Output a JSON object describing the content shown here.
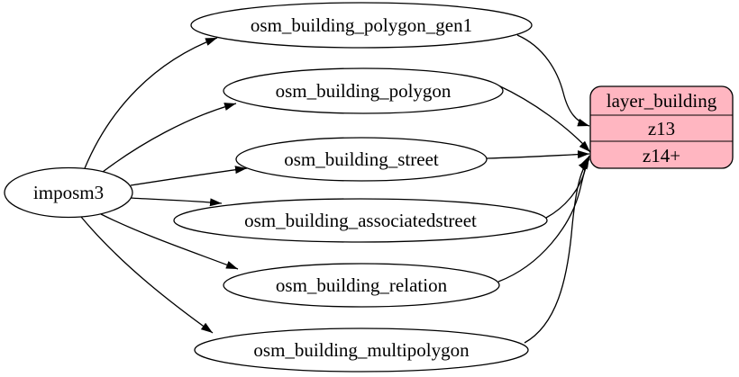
{
  "diagram": {
    "type": "etl-graph",
    "background": "#ffffff",
    "edge_color": "#000000",
    "node_stroke_color": "#000000",
    "nodes": {
      "imposm3": {
        "label": "imposm3",
        "shape": "ellipse"
      },
      "tables": [
        {
          "label": "osm_building_polygon_gen1",
          "shape": "ellipse"
        },
        {
          "label": "osm_building_polygon",
          "shape": "ellipse"
        },
        {
          "label": "osm_building_street",
          "shape": "ellipse"
        },
        {
          "label": "osm_building_associatedstreet",
          "shape": "ellipse"
        },
        {
          "label": "osm_building_relation",
          "shape": "ellipse"
        },
        {
          "label": "osm_building_multipolygon",
          "shape": "ellipse"
        }
      ],
      "layer": {
        "title": "layer_building",
        "rows": [
          "z13",
          "z14+"
        ],
        "shape": "rounded-record",
        "fill": "#ffb6c1",
        "stroke": "#000000"
      }
    },
    "edges": [
      {
        "from": "imposm3",
        "to": "osm_building_polygon_gen1"
      },
      {
        "from": "imposm3",
        "to": "osm_building_polygon"
      },
      {
        "from": "imposm3",
        "to": "osm_building_street"
      },
      {
        "from": "imposm3",
        "to": "osm_building_associatedstreet"
      },
      {
        "from": "imposm3",
        "to": "osm_building_relation"
      },
      {
        "from": "imposm3",
        "to": "osm_building_multipolygon"
      },
      {
        "from": "osm_building_polygon_gen1",
        "to": "layer_building",
        "row": "z13"
      },
      {
        "from": "osm_building_polygon",
        "to": "layer_building",
        "row": "z14+"
      },
      {
        "from": "osm_building_street",
        "to": "layer_building",
        "row": "z14+"
      },
      {
        "from": "osm_building_associatedstreet",
        "to": "layer_building",
        "row": "z14+"
      },
      {
        "from": "osm_building_relation",
        "to": "layer_building",
        "row": "z14+"
      },
      {
        "from": "osm_building_multipolygon",
        "to": "layer_building",
        "row": "z14+"
      }
    ]
  }
}
